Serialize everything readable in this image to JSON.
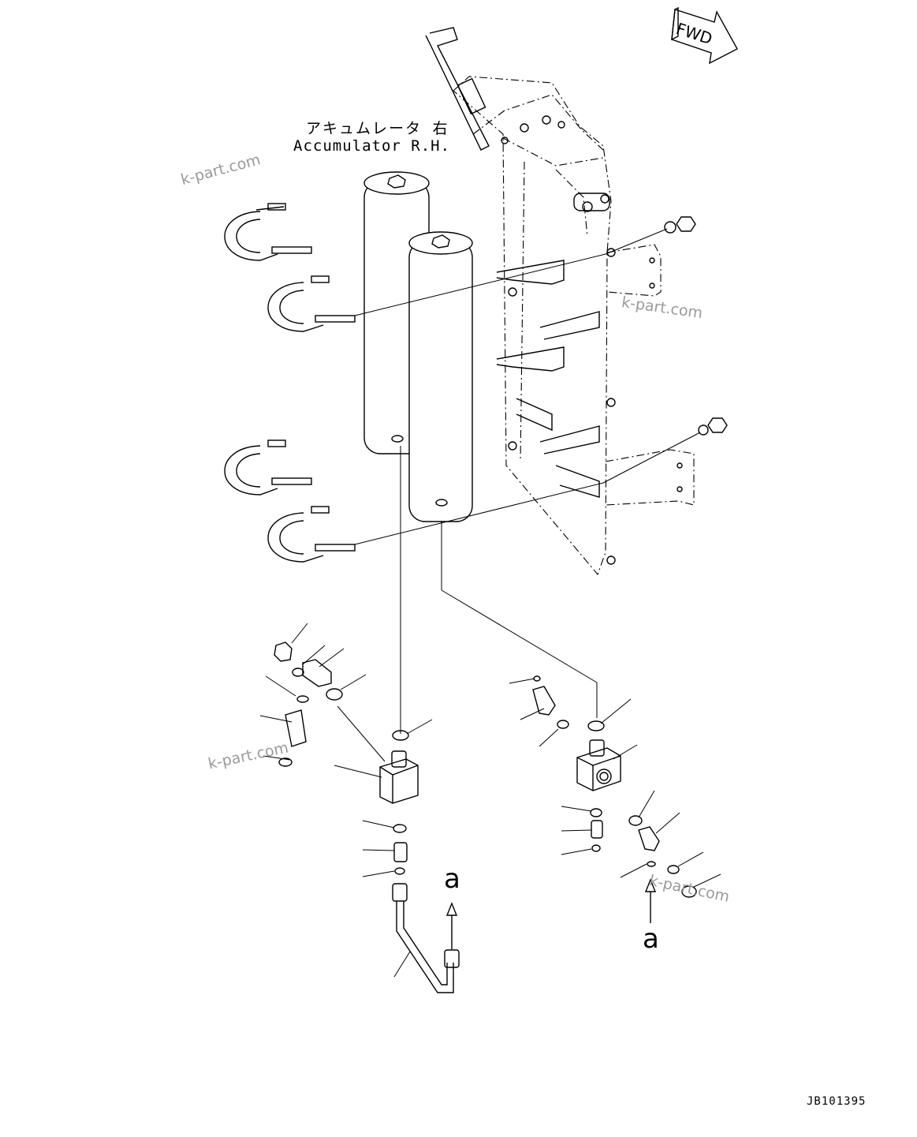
{
  "diagram": {
    "title_jp": "アキュムレータ 右",
    "title_en": "Accumulator R.H.",
    "fwd_label": "FWD",
    "view_marker_left": "a",
    "view_marker_right": "a",
    "drawing_number": "JB101395",
    "watermarks": [
      "k-part.com",
      "k-part.com",
      "k-part.com",
      "k-part.com"
    ],
    "line_color": "#000000",
    "watermark_color": "#9a9a9a"
  }
}
